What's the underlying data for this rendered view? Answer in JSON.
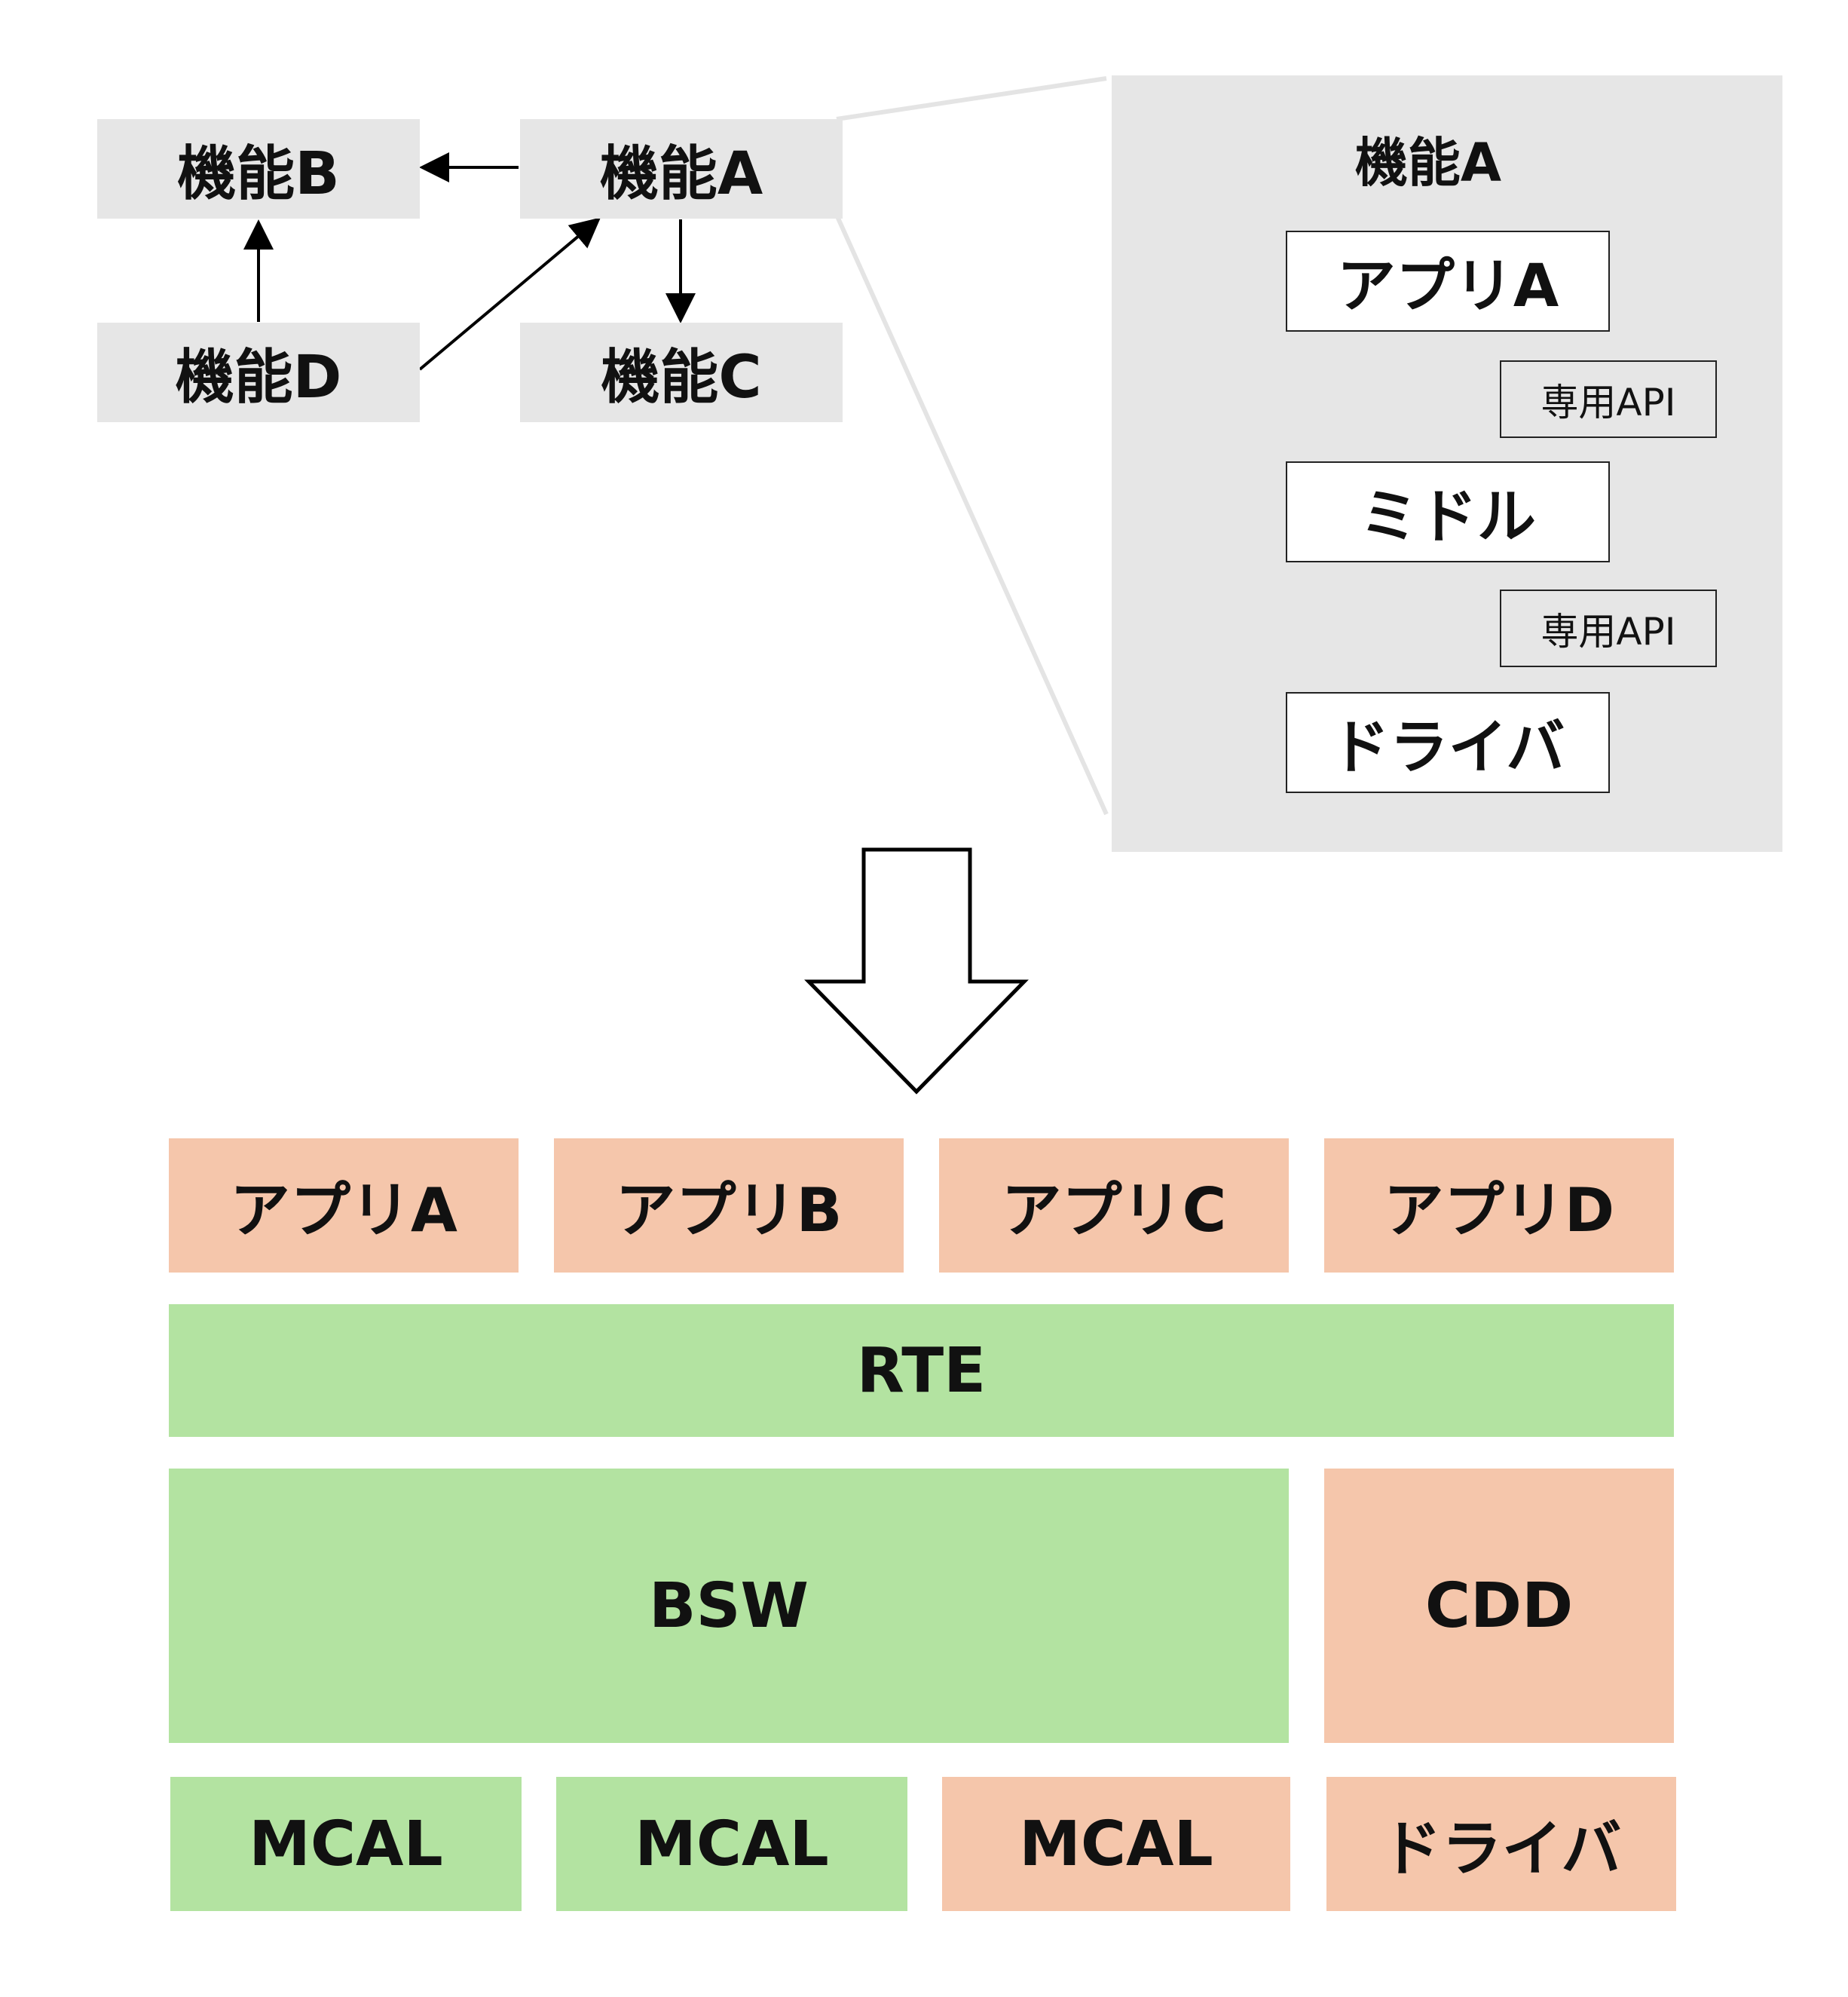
{
  "functions": {
    "b": "機能B",
    "a": "機能A",
    "d": "機能D",
    "c": "機能C"
  },
  "detail": {
    "title": "機能A",
    "app": "アプリA",
    "api1": "専用API",
    "middle": "ミドル",
    "api2": "専用API",
    "driver": "ドライバ"
  },
  "stack": {
    "apps": [
      "アプリA",
      "アプリB",
      "アプリC",
      "アプリD"
    ],
    "rte": "RTE",
    "bsw": "BSW",
    "cdd": "CDD",
    "bottom": [
      "MCAL",
      "MCAL",
      "MCAL",
      "ドライバ"
    ]
  },
  "colors": {
    "standard_component": "#b3e3a1",
    "custom_component": "#f5c6ab",
    "function_box": "#e6e6e6"
  }
}
